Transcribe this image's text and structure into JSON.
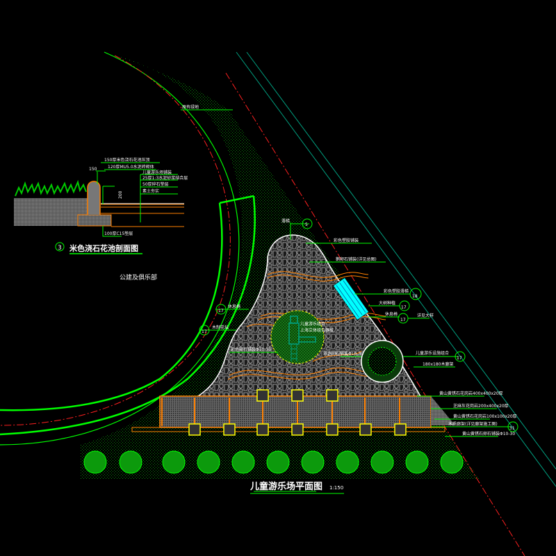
{
  "drawing": {
    "title": "儿童游乐场平面图",
    "scale": "1:150",
    "building_label": "公建及俱乐部",
    "section": {
      "number": "3",
      "title": "米色浇石花池剖面图",
      "dim_width": "150",
      "dim_height": "200",
      "notes": [
        "150厚米色浇石花池压顶",
        "120厚MU5.0水泥砖砌体",
        "儿童游乐场铺装",
        "25厚1:3水泥砂浆结合层",
        "50厚碎石垫层",
        "素土夯实",
        "100厚C15垫层"
      ]
    },
    "callouts": [
      {
        "text": "原有绿地",
        "ref": ""
      },
      {
        "text": "滑梯",
        "ref": "5"
      },
      {
        "text": "彩色塑胶铺装",
        "ref": ""
      },
      {
        "text": "鹅卵石铺装(详见总图)",
        "ref": ""
      },
      {
        "text": "彩色塑胶滑梯",
        "ref": "18"
      },
      {
        "text": "大树种植",
        "ref": "17"
      },
      {
        "text": "休息椅",
        "ref": "17"
      },
      {
        "text": "详见大样",
        "ref": ""
      },
      {
        "text": "儿童游乐设施组合",
        "ref": "17"
      },
      {
        "text": "180x180木廊架",
        "ref": ""
      },
      {
        "text": "黄山黄锈石花岗岩400x400x20厚",
        "ref": ""
      },
      {
        "text": "芝麻灰花岗岩200x400x20厚",
        "ref": ""
      },
      {
        "text": "黄山黄锈石花岗岩100x100x20厚",
        "ref": ""
      },
      {
        "text": "木质廊架(详见廊架施工图)",
        "ref": "31"
      },
      {
        "text": "黄山黄锈石卵石铺装Φ10-30",
        "ref": ""
      },
      {
        "text": "休息椅",
        "ref": "17"
      },
      {
        "text": "木制花坛",
        "ref": "17"
      },
      {
        "text": "彩色卵石铺装Φ10-30",
        "ref": ""
      },
      {
        "text": "彩色卵石铺装Φ10-30",
        "ref": ""
      },
      {
        "text": "儿童游乐组合",
        "ref": ""
      },
      {
        "text": "上海立体组合器械",
        "ref": ""
      }
    ],
    "colors": {
      "bright_green": "#00ff00",
      "red": "#ff2020",
      "orange": "#ff8000",
      "teal": "#00a080",
      "cyan": "#00ffff",
      "yellow": "#ffff00",
      "gray": "#808080"
    }
  }
}
